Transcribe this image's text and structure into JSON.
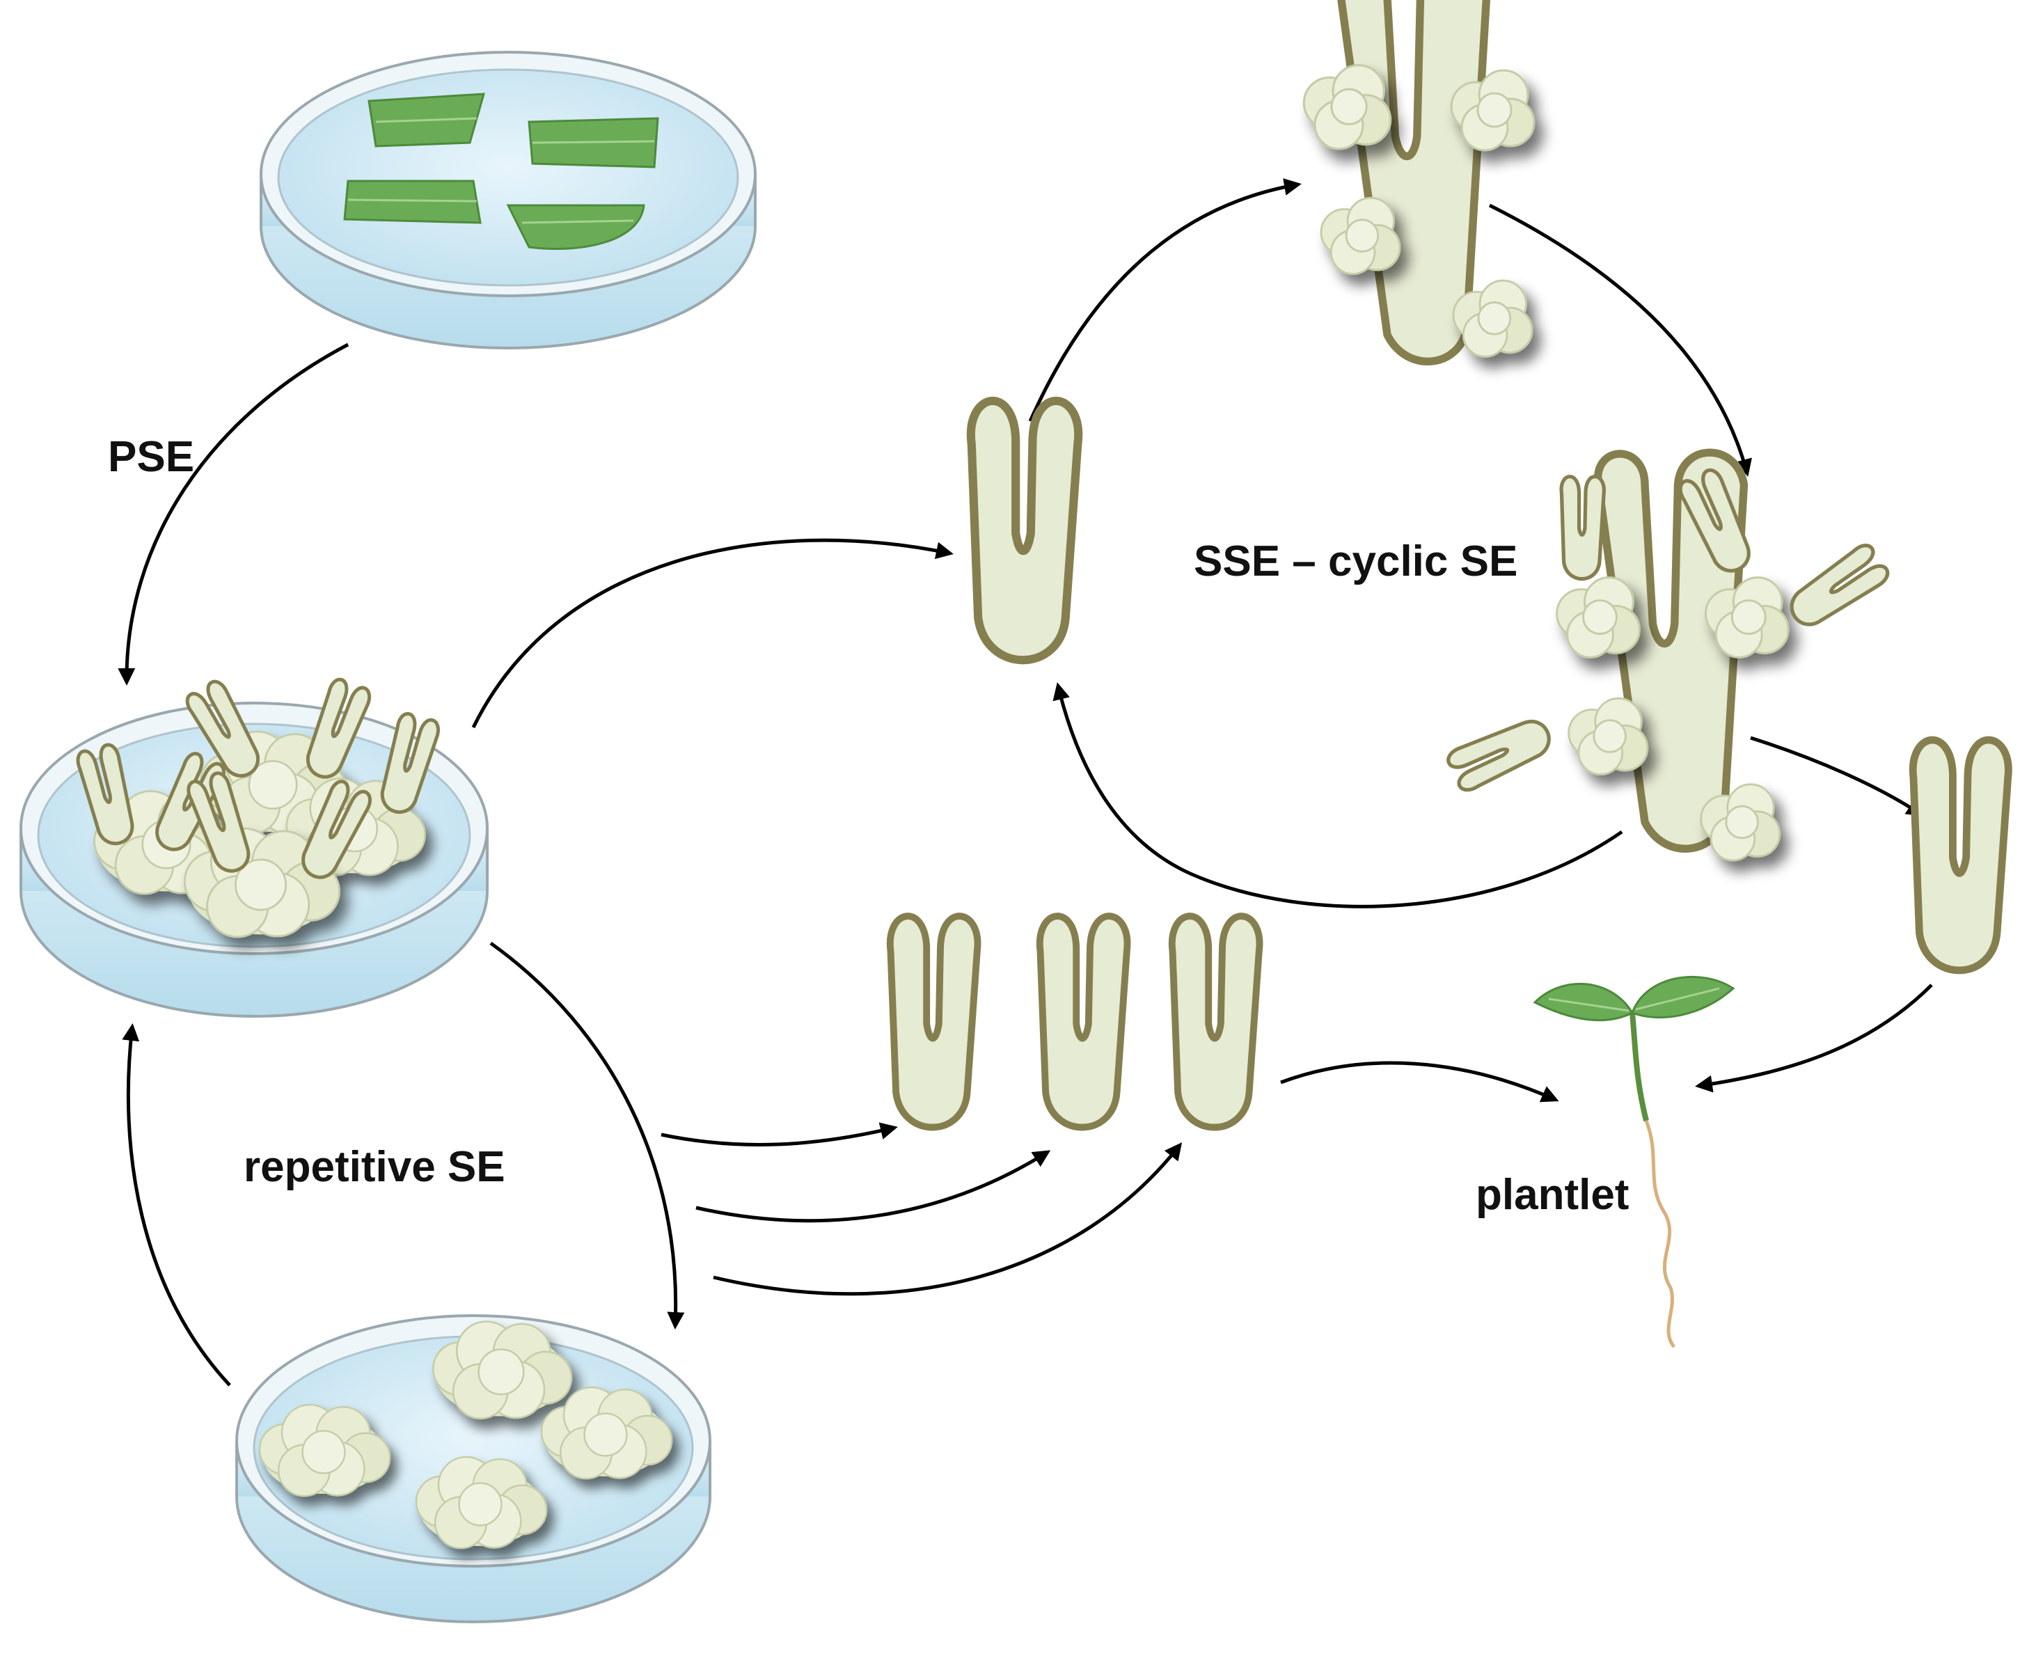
{
  "labels": {
    "pse": "PSE",
    "sse": "SSE – cyclic SE",
    "repetitive": "repetitive SE",
    "plantlet": "plantlet"
  },
  "colors": {
    "outline": "#857f50",
    "embryo_fill": "#e6ebd3",
    "callus_fill": "#e8ecd2",
    "callus_shade": "#c5cca8",
    "leaf_fill": "#6aac55",
    "leaf_vein": "#a6d290",
    "dish_wall": "#c9e6f2",
    "dish_medium": "#bfe0ef",
    "arrow": "#000000"
  },
  "icons": {
    "dish_leaves": "petri-dish-leaf-explants",
    "dish_embryos": "petri-dish-callus-with-embryos",
    "dish_callus": "petri-dish-callus",
    "embryo": "somatic-embryo",
    "embryo_callus": "embryo-with-callus",
    "embryo_callus_embryos": "embryo-with-secondary-embryos",
    "plantlet": "plantlet-seedling"
  }
}
